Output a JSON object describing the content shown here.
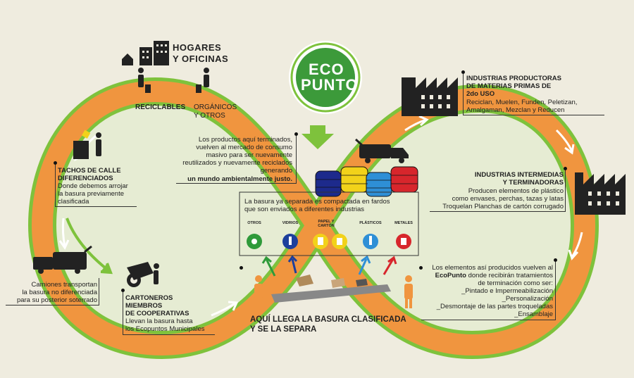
{
  "center": {
    "eco": "ECO",
    "punto": "PUNTO"
  },
  "homes": {
    "line1": "HOGARES",
    "line2": "Y OFICINAS"
  },
  "recyclables": "RECICLABLES",
  "organic": {
    "line1": "ORGÁNICOS",
    "line2": "Y OTROS"
  },
  "products_note": {
    "line1": "Los productos aquí terminados,",
    "line2": "vuelven al mercado de consumo",
    "line3": "masivo para ser nuevamente",
    "line4": "reutilizados y nuevamente reciclados",
    "line5": "generando",
    "line6": "un mundo ambientalmente justo."
  },
  "bins_street": {
    "title1": "TACHOS DE CALLE",
    "title2": "DIFERENCIADOS",
    "line1": "Donde debemos arrojar",
    "line2": "la basura previamente",
    "line3": "clasificada"
  },
  "trucks": {
    "line1": "Camiones transportan",
    "line2": "la basura no diferenciada",
    "line3": "para su posterior soterrado"
  },
  "cartoneros": {
    "title1": "CARTONEROS",
    "title2": "MIEMBROS",
    "title3": "DE COOPERATIVAS",
    "line1": "Llevan la basura hasta",
    "line2": "los Ecopuntos Municipales"
  },
  "arrival": {
    "line1": "AQUÍ LLEGA LA BASURA CLASIFICADA",
    "line2": "Y SE LA SEPARA"
  },
  "compacted": {
    "line1": "La basura ya separada es compactada en fardos",
    "line2": "que son enviados a diferentes industrias"
  },
  "bins": [
    {
      "label": "OTROS",
      "color": "#2f9a3a"
    },
    {
      "label": "VIDRIOS",
      "color": "#1d3f9c"
    },
    {
      "label": "PAPEL Y CARTÓN",
      "color": "#f2d21a"
    },
    {
      "label": "PLÁSTICOS",
      "color": "#2e8fd6"
    },
    {
      "label": "METALES",
      "color": "#d7262c"
    }
  ],
  "industry1": {
    "title1": "INDUSTRIAS PRODUCTORAS",
    "title2": "DE MATERIAS PRIMAS DE",
    "title3": "2do USO",
    "line1": "Reciclan, Muelen, Funden, Peletizan,",
    "line2": "Amalgaman, Mezclan y Reducen"
  },
  "industry2": {
    "title1": "INDUSTRIAS INTERMEDIAS",
    "title2": "Y TERMINADORAS",
    "line1": "Producen elementos de plástico",
    "line2": "como envases, perchas, tazas y latas",
    "line3": "Troquelan Planchas de cartón corrugado"
  },
  "return": {
    "line1": "Los elementos así producidos vuelven al",
    "line2a": "EcoPunto",
    "line2b": " donde recibirán tratamientos",
    "line3": "de terminación como ser:",
    "item1": "_Pintado e Impermeabilización",
    "item2": "_Personalización",
    "item3": "_Desmontaje de las partes troqueladas",
    "item4": "_Ensamblaje"
  },
  "colors": {
    "band": "#f0953f",
    "green": "#7ec23c",
    "dark": "#2a2a2a",
    "bg": "#efecdf"
  }
}
